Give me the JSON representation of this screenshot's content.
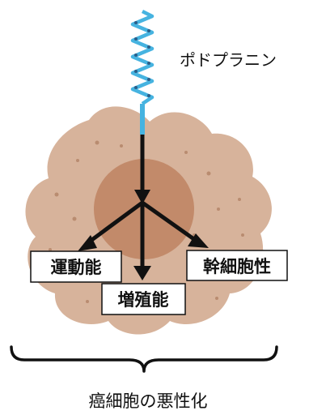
{
  "protein_label": "ポドプラニン",
  "outcomes": {
    "left": "運動能",
    "center": "増殖能",
    "right": "幹細胞性"
  },
  "summary_label": "癌細胞の悪性化",
  "colors": {
    "cell_fill": "#d7b39b",
    "cell_spots": "#b98c70",
    "nucleus_fill": "#c28a6a",
    "helix_color": "#46b3e0",
    "helix_dots": "#2a5f8a",
    "arrow_color": "#111111",
    "box_border": "#111111"
  }
}
